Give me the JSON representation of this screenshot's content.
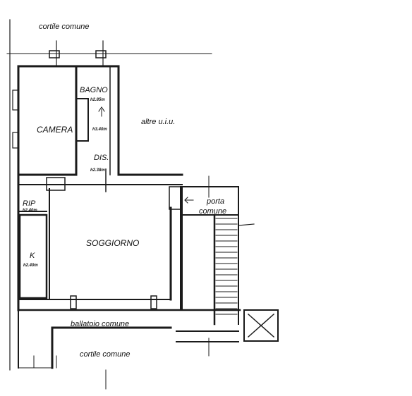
{
  "plan": {
    "labels": {
      "cortile_top": "cortile comune",
      "camera": "CAMERA",
      "bagno": "BAGNO",
      "bagno_h": "h2.85m",
      "camera_h": "h3.40m",
      "dis": "DIS.",
      "dis_h": "h2.38m",
      "altre": "altre u.i.u.",
      "rip": "RIP",
      "rip_h": "h2.40m",
      "porta": "porta",
      "comune": "comune",
      "soggiorno": "SOGGIORNO",
      "k": "K",
      "k_h": "h2.40m",
      "ballatoio": "ballatoio comune",
      "cortile_bottom": "cortile comune"
    },
    "colors": {
      "ink": "#111111",
      "wall": "#2a2a2a",
      "paper": "#ffffff"
    }
  }
}
